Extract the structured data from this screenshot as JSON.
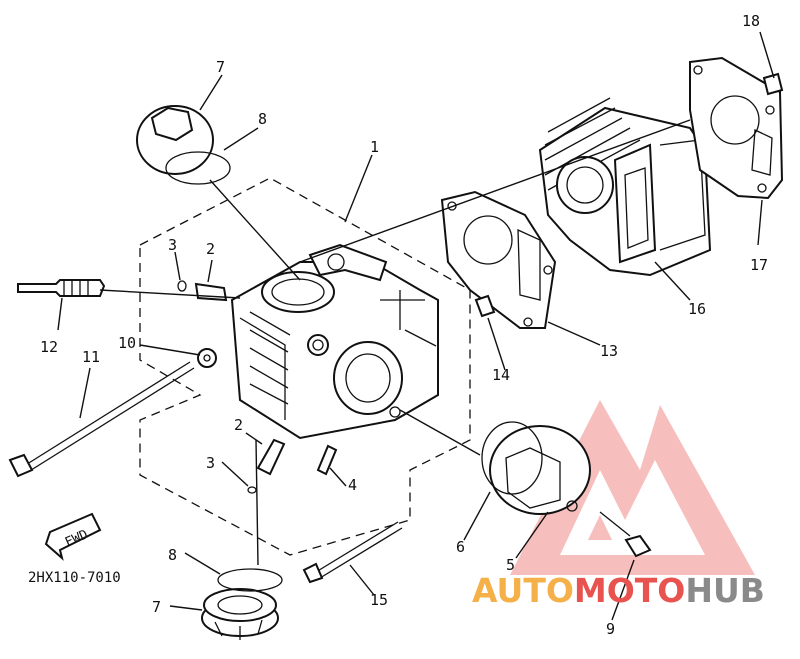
{
  "diagram": {
    "part_code": "2HX110-7010",
    "fwd_label": "FWD",
    "callouts": [
      "18",
      "7",
      "8",
      "1",
      "2",
      "3",
      "12",
      "11",
      "10",
      "17",
      "16",
      "14",
      "13",
      "2",
      "3",
      "4",
      "6",
      "5",
      "9",
      "8",
      "7",
      "15"
    ]
  },
  "watermark": {
    "brand": "AUTOMOTOHUB",
    "brand_part_a": "AUTO",
    "brand_part_b": "MOTO",
    "brand_part_c": "HUB",
    "color_red": "#e8534f",
    "color_orange": "#f6b04a",
    "color_gray": "#8a8a8a"
  }
}
